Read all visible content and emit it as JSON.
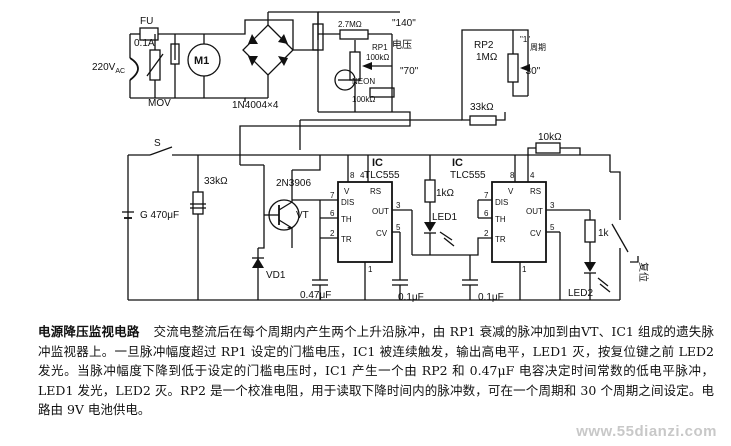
{
  "labels": {
    "fu": "FU",
    "fuse_rating": "0.1A",
    "ac_source": "220V",
    "ac_sub": "AC",
    "mov": "MOV",
    "motor": "M1",
    "bridge": "1N4004×4",
    "r_27m": "2.7MΩ",
    "tap_140": "\"140\"",
    "rp1": "RP1",
    "rp1_value": "100kΩ",
    "undervoltage": "电压",
    "tap_70": "\"70\"",
    "neon": "NEON",
    "r_100k": "100kΩ",
    "rp2": "RP2",
    "rp2_value": "1MΩ",
    "tap_1": "\"1\"",
    "cycles": "周期",
    "tap_30": "\"30\"",
    "r_33k_top": "33kΩ",
    "r_10k": "10kΩ",
    "switch_s": "S",
    "r_33k_left": "33kΩ",
    "battery": "G 470μF",
    "transistor_type": "2N3906",
    "vt": "VT",
    "vd1": "VD1",
    "c_047": "0.47μF",
    "ic1_ic": "IC",
    "ic1_type": "TLC555",
    "ic2_ic": "IC",
    "ic2_type": "TLC555",
    "pin_v": "V",
    "pin_rs": "RS",
    "pin_dis": "DIS",
    "pin_th": "TH",
    "pin_tr": "TR",
    "pin_out": "OUT",
    "pin_cv": "CV",
    "pin_8": "8",
    "pin_4": "4",
    "pin_7": "7",
    "pin_6": "6",
    "pin_2": "2",
    "pin_3": "3",
    "pin_5": "5",
    "pin_1": "1",
    "r_1k_mid": "1kΩ",
    "led1": "LED1",
    "c_01_a": "0.1μF",
    "c_01_b": "0.1μF",
    "r_1k_right": "1k",
    "led2": "LED2",
    "reset": "复位"
  },
  "caption": {
    "title": "电源降压监视电路",
    "body": "交流电整流后在每个周期内产生两个上升沿脉冲，由 RP1 衰减的脉冲加到由VT、IC1 组成的遗失脉冲监视器上。一旦脉冲幅度超过 RP1 设定的门槛电压，IC1 被连续触发，输出高电平，LED1 灭，按复位键之前 LED2 发光。当脉冲幅度下降到低于设定的门槛电压时，IC1 产生一个由 RP2 和 0.47μF 电容决定时间常数的低电平脉冲，LED1 发光，LED2 灭。RP2 是一个校准电阻，用于读取下降时间内的脉冲数，可在一个周期和 30 个周期之间设定。电路由 9V 电池供电。"
  },
  "watermark": "www.55dianzi.com"
}
